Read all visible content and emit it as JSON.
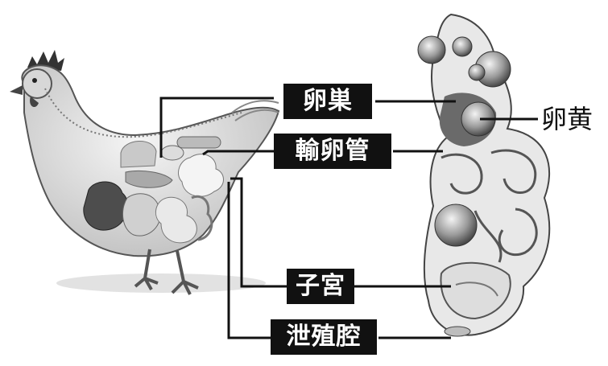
{
  "labels": {
    "ovary": "卵巣",
    "oviduct": "輸卵管",
    "uterus": "子宮",
    "cloaca": "泄殖腔",
    "yolk": "卵黄"
  },
  "colors": {
    "line": "#111111",
    "label_bg": "#111111",
    "label_text": "#ffffff",
    "organ_light": "#e6e6e6",
    "organ_mid": "#bdbdbd",
    "organ_dark": "#555555"
  },
  "icons": {
    "left": "hen-anatomy-illustration",
    "right": "hen-reproductive-tract-illustration"
  }
}
